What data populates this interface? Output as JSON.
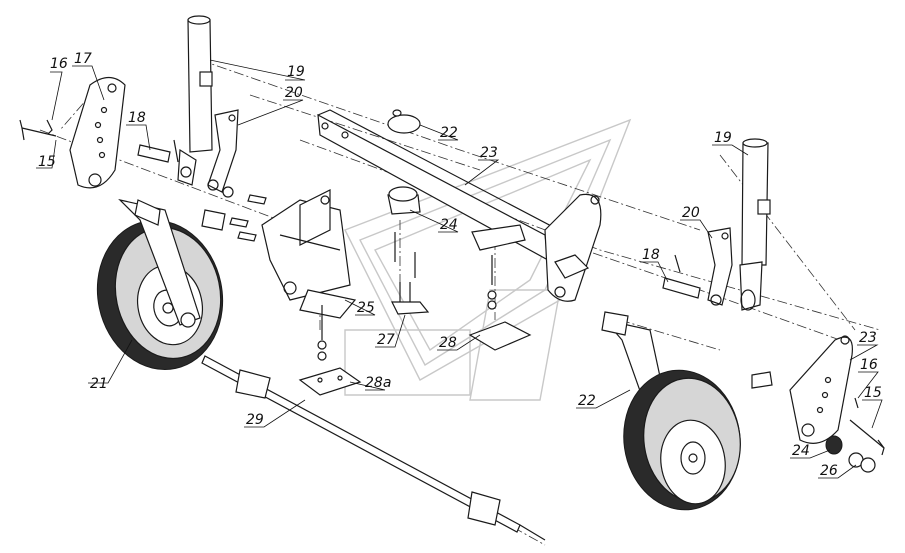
{
  "labels": {
    "l15a": "15",
    "l16a": "16",
    "l17": "17",
    "l18a": "18",
    "l19a": "19",
    "l20a": "20",
    "l21": "21",
    "l22a": "22",
    "l23a": "23",
    "l24a": "24",
    "l25": "25",
    "l27": "27",
    "l28": "28",
    "l28a": "28a",
    "l29": "29",
    "l19b": "19",
    "l20b": "20",
    "l18b": "18",
    "l22b": "22",
    "l23b": "23",
    "l16b": "16",
    "l15b": "15",
    "l24b": "24",
    "l26": "26"
  }
}
